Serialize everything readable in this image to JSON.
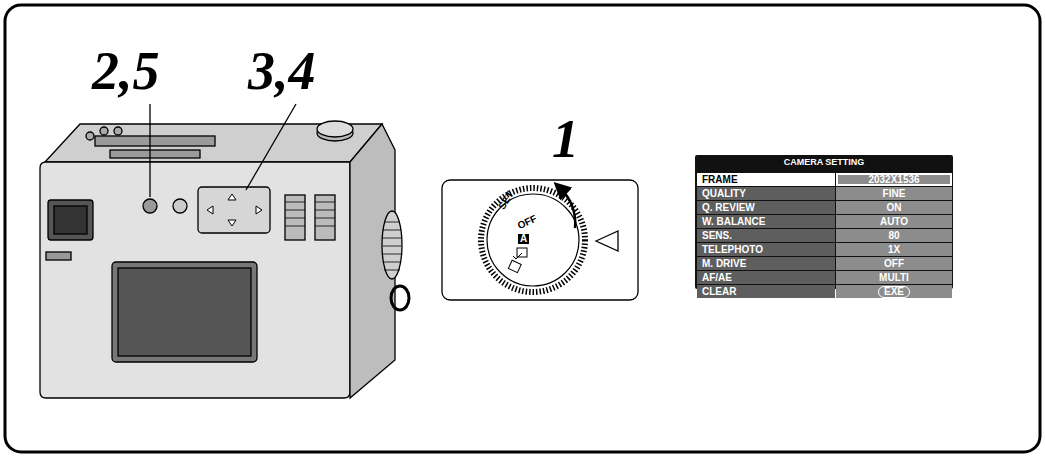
{
  "diagram": {
    "nodes": [
      {
        "text": [
          "CAMERA SETTING"
        ]
      },
      {
        "text": [
          "FRAME"
        ],
        "in": 0
      },
      {
        "text": [
          "2032X1536"
        ],
        "in": 0
      },
      {
        "text": [
          "QUALITY"
        ],
        "in": 0
      },
      {
        "text": [
          "FINE"
        ],
        "in": 0
      },
      {
        "text": [
          "Q. REVIEW"
        ],
        "in": 0
      },
      {
        "text": [
          "ON"
        ],
        "in": 0
      },
      {
        "text": [
          "W. BALANCE"
        ],
        "in": 0
      },
      {
        "text": [
          "AUTO"
        ],
        "in": 0
      },
      {
        "text": [
          "SENS."
        ],
        "in": 0
      },
      {
        "text": [
          "80"
        ],
        "in": 0
      },
      {
        "text": [
          "TELEPHOTO"
        ],
        "in": 0
      },
      {
        "text": [
          "1X"
        ],
        "in": 0
      },
      {
        "text": [
          "M. DRIVE"
        ],
        "in": 0
      },
      {
        "text": [
          "OFF"
        ],
        "in": 0
      },
      {
        "text": [
          "AF/AE"
        ],
        "in": 0
      },
      {
        "text": [
          "MULTI"
        ],
        "in": 0
      },
      {
        "text": [
          "CLEAR"
        ],
        "in": 0
      },
      {
        "text": [
          "EXE"
        ],
        "in": 0
      }
    ],
    "labels": [
      "2,5",
      "3,4",
      "1",
      "SET",
      "OFF",
      "A"
    ]
  }
}
